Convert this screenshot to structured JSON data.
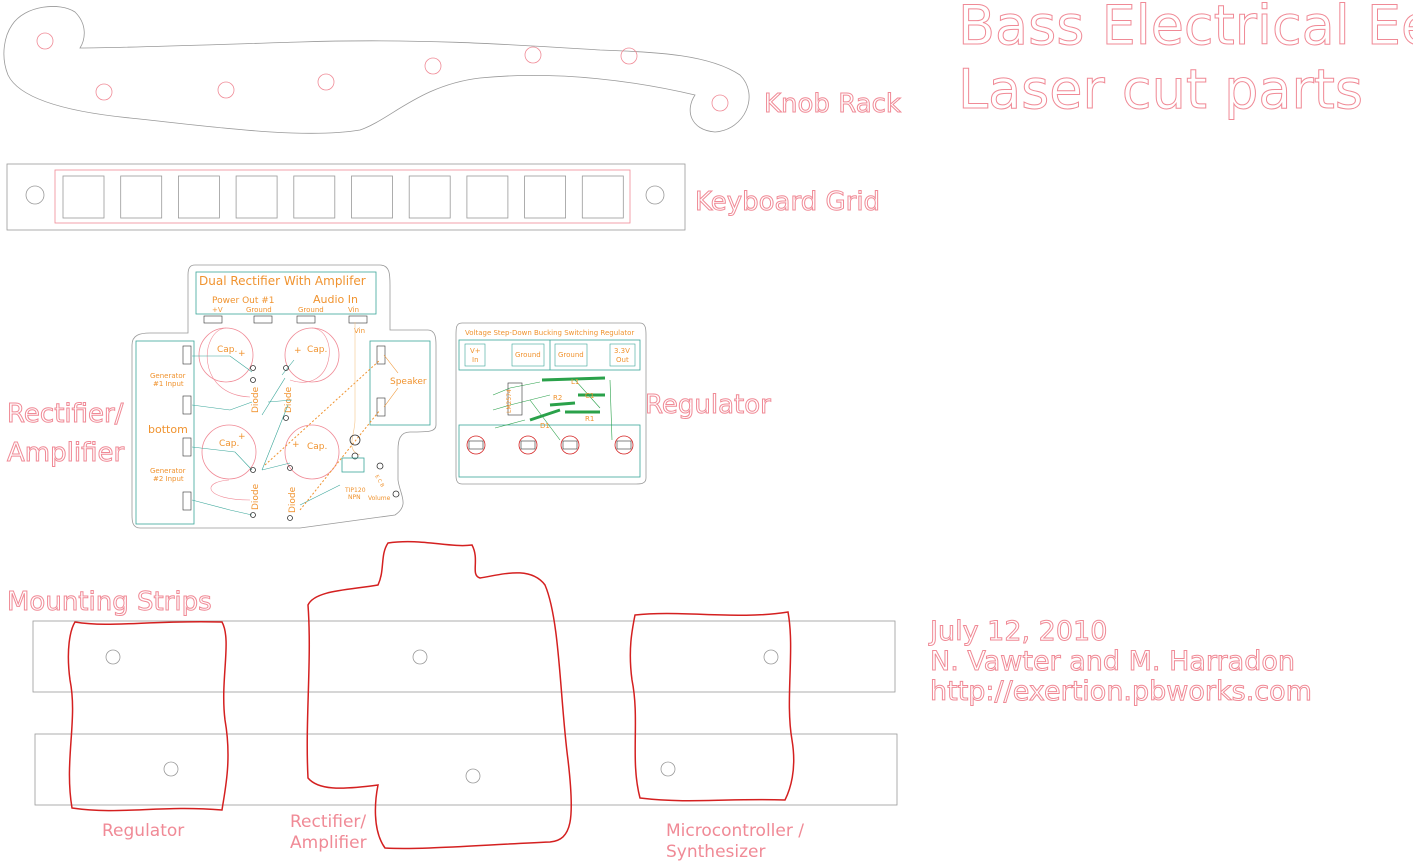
{
  "title": {
    "line1": "Bass Electrical Eel",
    "line2": "Laser cut parts"
  },
  "labels": {
    "knob_rack": "Knob Rack",
    "keyboard_grid": "Keyboard Grid",
    "rectifier_amplifier_line1": "Rectifier/",
    "rectifier_amplifier_line2": "Amplifier",
    "regulator": "Regulator",
    "mounting_strips": "Mounting Strips"
  },
  "credits": {
    "date": "July 12, 2010",
    "authors": "N. Vawter and M. Harradon",
    "url": "http://exertion.pbworks.com"
  },
  "rectifier_board": {
    "title": "Dual Rectifier With Amplifer",
    "power_out": "Power Out #1",
    "audio_in": "Audio In",
    "plus_v": "+V",
    "ground_a": "Ground",
    "ground_b": "Ground",
    "vin": "Vin",
    "vin_lower": "Vin",
    "cap": "Cap.",
    "plus": "+",
    "diode": "Diode",
    "speaker": "Speaker",
    "bottom": "bottom",
    "gen1_line1": "Generator",
    "gen1_line2": "#1 Input",
    "gen2_line1": "Generator",
    "gen2_line2": "#2 Input",
    "transistor_line1": "TIP120",
    "transistor_line2": "NPN",
    "volume": "Volume",
    "ecb": "E C B"
  },
  "regulator_board": {
    "title": "Voltage Step-Down Bucking Switching Regulator",
    "vplus": "V+",
    "in": "In",
    "ground_a": "Ground",
    "ground_b": "Ground",
    "v33": "3.3V",
    "out": "Out",
    "l1": "L1",
    "c1": "C1",
    "r1": "R1",
    "r2": "R2",
    "d1": "D1",
    "chip": "LM2574"
  },
  "strip_labels": {
    "regulator": "Regulator",
    "rectifier_line1": "Rectifier/",
    "rectifier_line2": "Amplifier",
    "micro_line1": "Microcontroller /",
    "micro_line2": "Synthesizer"
  },
  "keyboard": {
    "key_count": 10
  },
  "colors": {
    "cut_line": "#999999",
    "title_outline": "#f08a96",
    "pcb_orange": "#f0932f",
    "trace_green": "#2aa14a",
    "teal": "#3aa69a",
    "red_outline": "#d42020"
  }
}
